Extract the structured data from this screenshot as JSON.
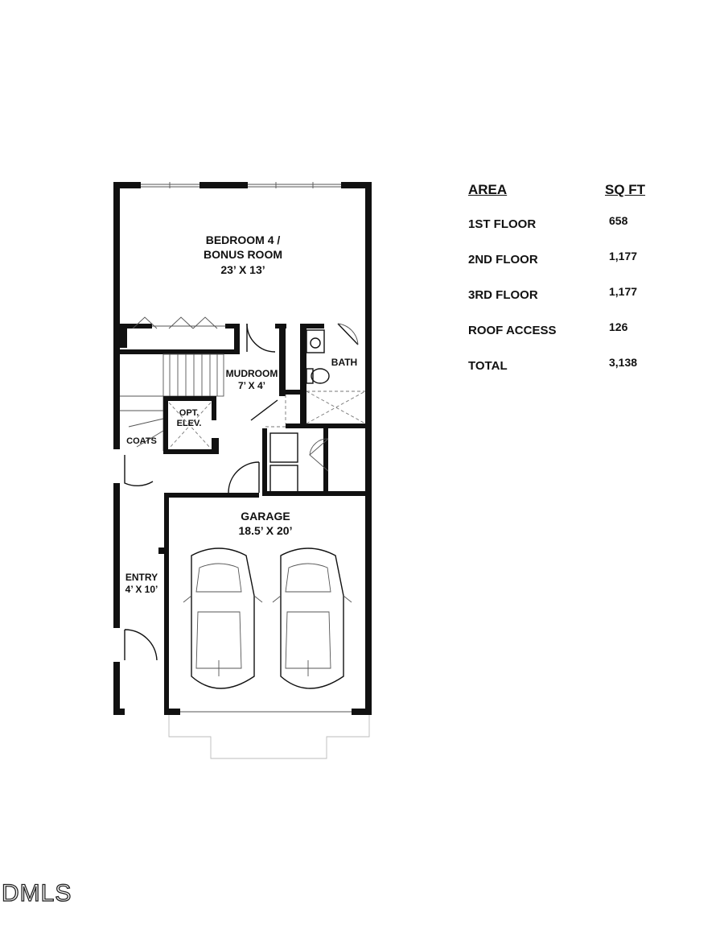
{
  "rooms": {
    "bedroom": {
      "line1": "BEDROOM 4 /",
      "line2": "BONUS ROOM",
      "dims": "23’ X 13’"
    },
    "mudroom": {
      "name": "MUDROOM",
      "dims": "7’ X 4’"
    },
    "bath": {
      "name": "BATH"
    },
    "elevator": {
      "line1": "OPT.",
      "line2": "ELEV."
    },
    "coats": {
      "name": "COATS"
    },
    "garage": {
      "name": "GARAGE",
      "dims": "18.5’ X 20’"
    },
    "entry": {
      "name": "ENTRY",
      "dims": "4’ X 10’"
    }
  },
  "area_table": {
    "header_area": "AREA",
    "header_sqft": "SQ FT",
    "rows": [
      {
        "area": "1ST FLOOR",
        "sqft": "658"
      },
      {
        "area": "2ND FLOOR",
        "sqft": "1,177"
      },
      {
        "area": "3RD FLOOR",
        "sqft": "1,177"
      },
      {
        "area": "ROOF ACCESS",
        "sqft": "126"
      },
      {
        "area": "TOTAL",
        "sqft": "3,138"
      }
    ]
  },
  "watermark": "DMLS"
}
